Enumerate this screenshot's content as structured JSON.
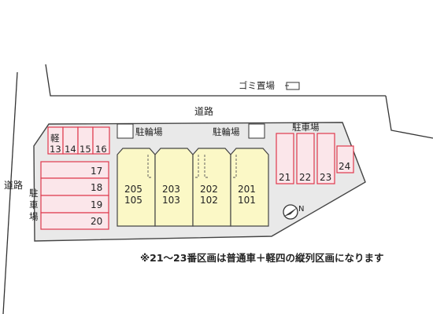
{
  "labels": {
    "garbage": "ゴミ置場",
    "road_top": "道路",
    "road_left": "道路",
    "bike_left": "駐輪場",
    "bike_right": "駐輪場",
    "parking_right": "駐車場",
    "parking_left_1": "駐",
    "parking_left_2": "車",
    "parking_left_3": "場",
    "kei": "軽",
    "north": "N",
    "note": "※21～23番区画は普通車＋軽四の縦列区画になります"
  },
  "parking_top": [
    "13",
    "14",
    "15",
    "16"
  ],
  "parking_left": [
    "17",
    "18",
    "19",
    "20"
  ],
  "parking_right": [
    "21",
    "22",
    "23",
    "24"
  ],
  "units": [
    {
      "upper": "205",
      "lower": "105"
    },
    {
      "upper": "203",
      "lower": "103"
    },
    {
      "upper": "202",
      "lower": "102"
    },
    {
      "upper": "201",
      "lower": "101"
    }
  ],
  "colors": {
    "parking_stroke": "#e0394d",
    "parking_fill": "#fbe6ea",
    "building_fill": "#fbf8c6",
    "building_stroke": "#444444",
    "lot_fill": "#e9e9e9",
    "line": "#333333"
  }
}
